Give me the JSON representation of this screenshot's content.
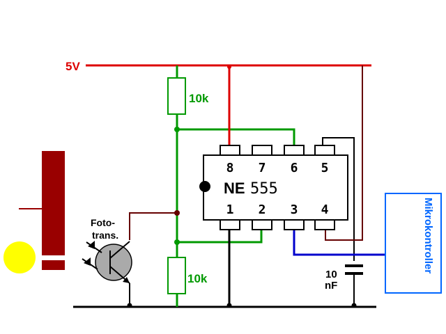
{
  "labels": {
    "supply": "5V",
    "r_top": "10k",
    "r_bottom": "10k",
    "phototransistor_line1": "Foto-",
    "phototransistor_line2": "trans.",
    "capacitor_value": "10",
    "capacitor_unit": "nF",
    "chip": "NE555",
    "microcontroller": "Mikrokontroller"
  },
  "pins": {
    "top": [
      "8",
      "7",
      "6",
      "5"
    ],
    "bottom": [
      "1",
      "2",
      "3",
      "4"
    ]
  },
  "colors": {
    "supply": "#dd0000",
    "green_net": "#009900",
    "ground": "#000000",
    "brown_net": "#660000",
    "output": "#0000cc",
    "mc_border": "#0066ff",
    "led": "#ffff00",
    "slot_bar": "#990000",
    "transistor": "#aaaaaa"
  }
}
